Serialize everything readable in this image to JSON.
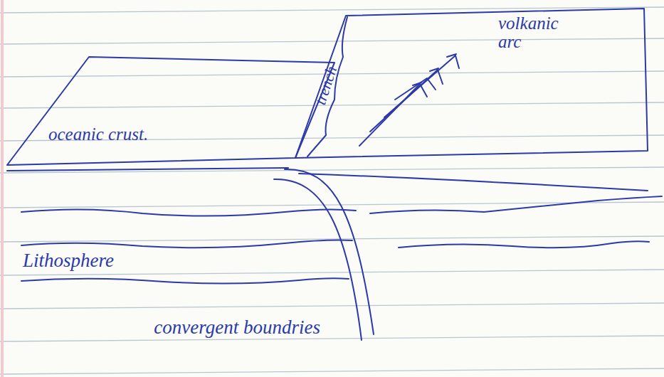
{
  "diagram": {
    "nodes": [
      {
        "text": [
          "oceanic crust."
        ]
      },
      {
        "text": [
          "volkanic arc"
        ]
      }
    ],
    "labels": [
      "trench",
      "Lithosphere",
      "convergent boundries"
    ]
  }
}
